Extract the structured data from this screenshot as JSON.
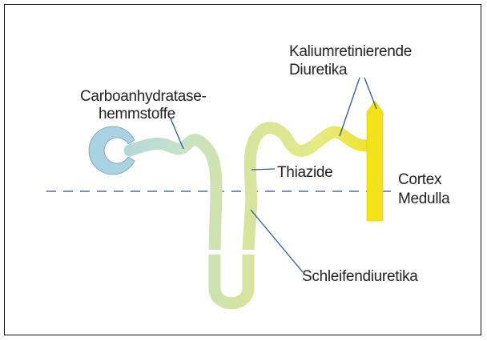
{
  "diagram": {
    "labels": {
      "carboanhydratase_line1": "Carboanhydratase-",
      "carboanhydratase_line2": "hemmstoffe",
      "kalium_line1": "Kaliumretinierende",
      "kalium_line2": "Diuretika",
      "thiazide": "Thiazide",
      "cortex": "Cortex",
      "medulla": "Medulla",
      "schleifen": "Schleifendiuretika"
    },
    "colors": {
      "glomerulus_start": "#a9d3e3",
      "proximal_tubule": "#c6e2c8",
      "loop_of_henle": "#d4e3a2",
      "distal_tubule": "#e6ea82",
      "collecting_duct": "#f2e21a",
      "boundary_line": "#4a6fa0",
      "pointer_line": "#2f5a8a"
    }
  }
}
